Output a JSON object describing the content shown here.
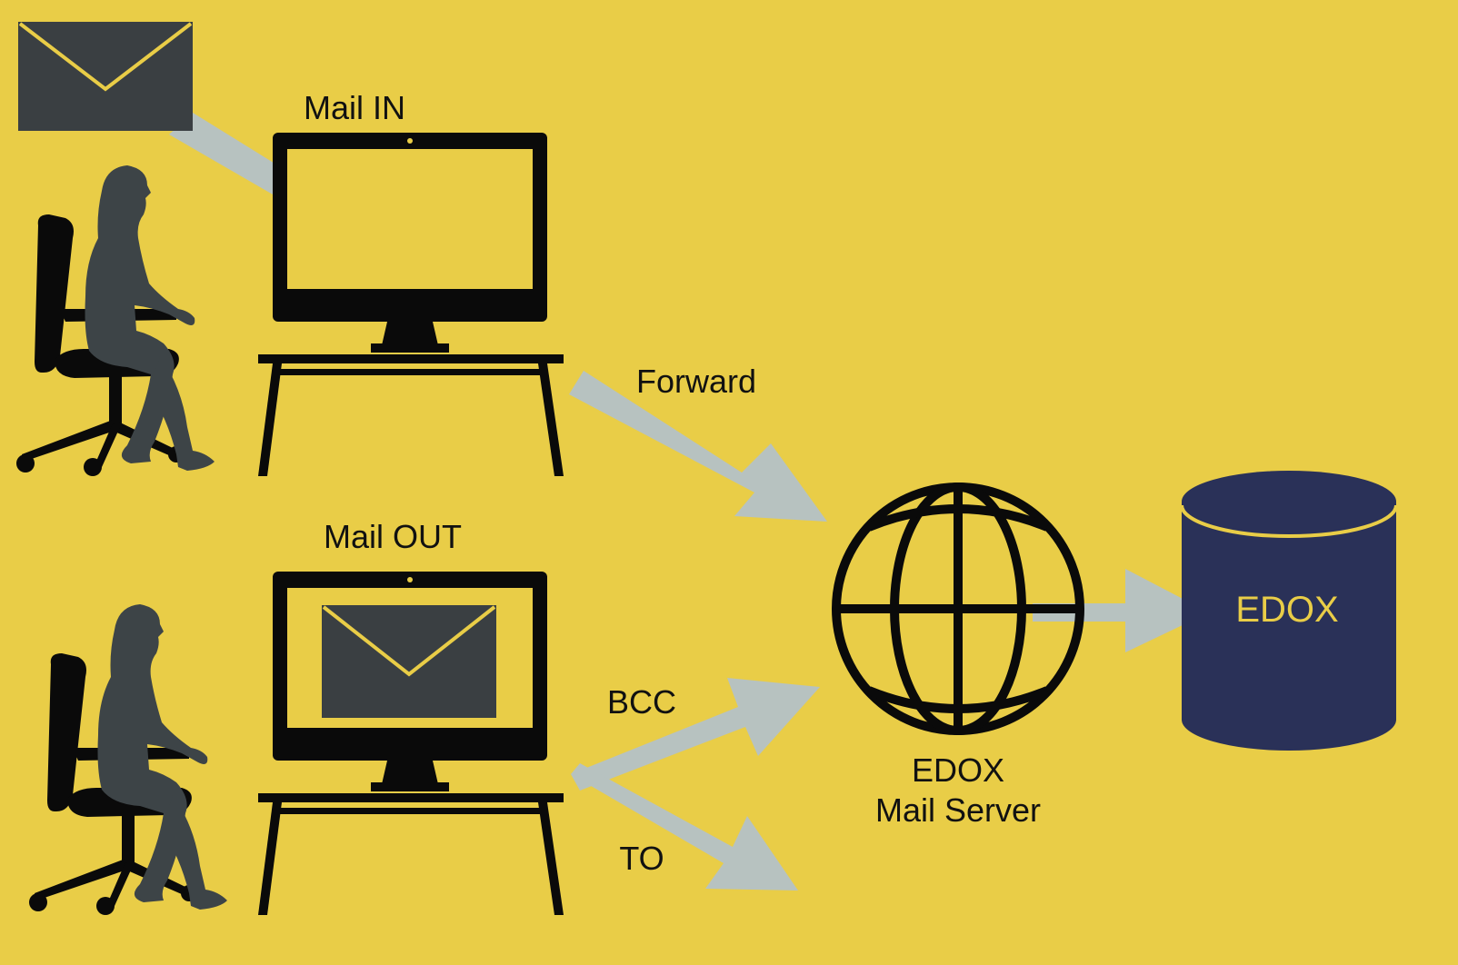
{
  "labels": {
    "mail_in": "Mail IN",
    "mail_out": "Mail OUT",
    "forward": "Forward",
    "bcc": "BCC",
    "to": "TO",
    "server_line1": "EDOX",
    "server_line2": "Mail Server",
    "database": "EDOX"
  },
  "icons": {
    "incoming_mail": "envelope-icon",
    "outgoing_mail": "envelope-icon",
    "person_top": "seated-woman-icon",
    "person_bottom": "seated-woman-icon",
    "computer_top": "monitor-desk-icon",
    "computer_bottom": "monitor-desk-icon",
    "server": "globe-icon",
    "database": "database-cylinder-icon"
  },
  "colors": {
    "background": "#e9cd47",
    "arrow": "#b7c2c0",
    "envelope": "#3a3f42",
    "person": "#3d4447",
    "equipment": "#0a0a0a",
    "database": "#2a3158",
    "database_text": "#e9cd47"
  }
}
